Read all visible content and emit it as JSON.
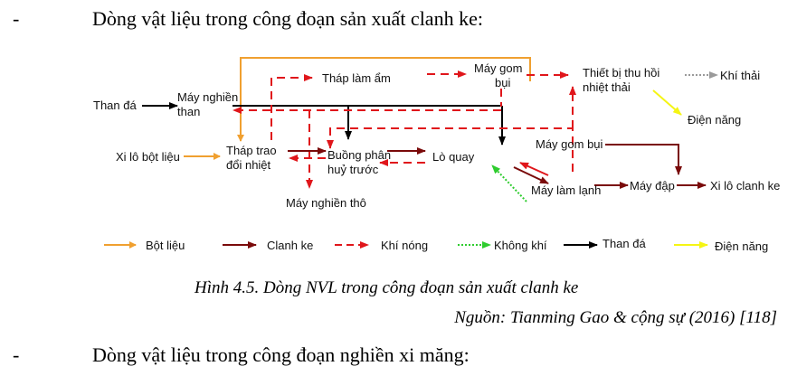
{
  "section1": {
    "dash": "-",
    "text": "Dòng vật liệu trong công đoạn sản xuất clanh  ke:"
  },
  "diagram": {
    "nodes": {
      "than_da": "Than đá",
      "may_nghien_than_1": "Máy nghiền",
      "may_nghien_than_2": "than",
      "thap_lam_am": "Tháp làm ẩm",
      "may_gom_bui_top_1": "Máy gom",
      "may_gom_bui_top_2": "bụi",
      "thiet_bi_1": "Thiết bị thu hồi",
      "thiet_bi_2": "nhiệt thải",
      "khi_thai": "Khí thải",
      "dien_nang": "Điện năng",
      "xi_lo_bot_lieu": "Xi lô bột liệu",
      "thap_trao_1": "Tháp trao",
      "thap_trao_2": "đổi nhiệt",
      "buong_1": "Buồng phân",
      "buong_2": "huỷ trước",
      "lo_quay": "Lò quay",
      "may_gom_bui_mid": "Máy gom bụi",
      "may_nghien_tho": "Máy nghiền thô",
      "may_lam_lanh": "Máy làm lạnh",
      "may_dap": "Máy đập",
      "xi_lo_clanh_ke": "Xi lô clanh ke"
    },
    "legend": [
      {
        "label": "Bột liệu",
        "style": "solid",
        "color": "#f0a030"
      },
      {
        "label": "Clanh ke",
        "style": "solid",
        "color": "#7a0a0a"
      },
      {
        "label": "Khí nóng",
        "style": "dashed",
        "color": "#e0161b"
      },
      {
        "label": "Không khí",
        "style": "dotted",
        "color": "#2ecc2e"
      },
      {
        "label": "Than đá",
        "style": "solid",
        "color": "#000000"
      },
      {
        "label": "Điện năng",
        "style": "solid",
        "color": "#f5f514"
      }
    ],
    "colors": {
      "bot_lieu": "#f0a030",
      "clanh_ke": "#7a0a0a",
      "khi_nong": "#e0161b",
      "khong_khi": "#2ecc2e",
      "than_da": "#000000",
      "dien_nang": "#f5f514",
      "khi_thai": "#9a9a9a"
    }
  },
  "caption": {
    "figure": "Hình 4.5. Dòng NVL trong công đoạn sản xuất clanh ke",
    "source": "Nguồn:  Tianming  Gao  &  cộng sự (2016)  [118]"
  },
  "section2": {
    "dash": "-",
    "text": "Dòng vật liệu trong công đoạn nghiền xi  măng:"
  }
}
